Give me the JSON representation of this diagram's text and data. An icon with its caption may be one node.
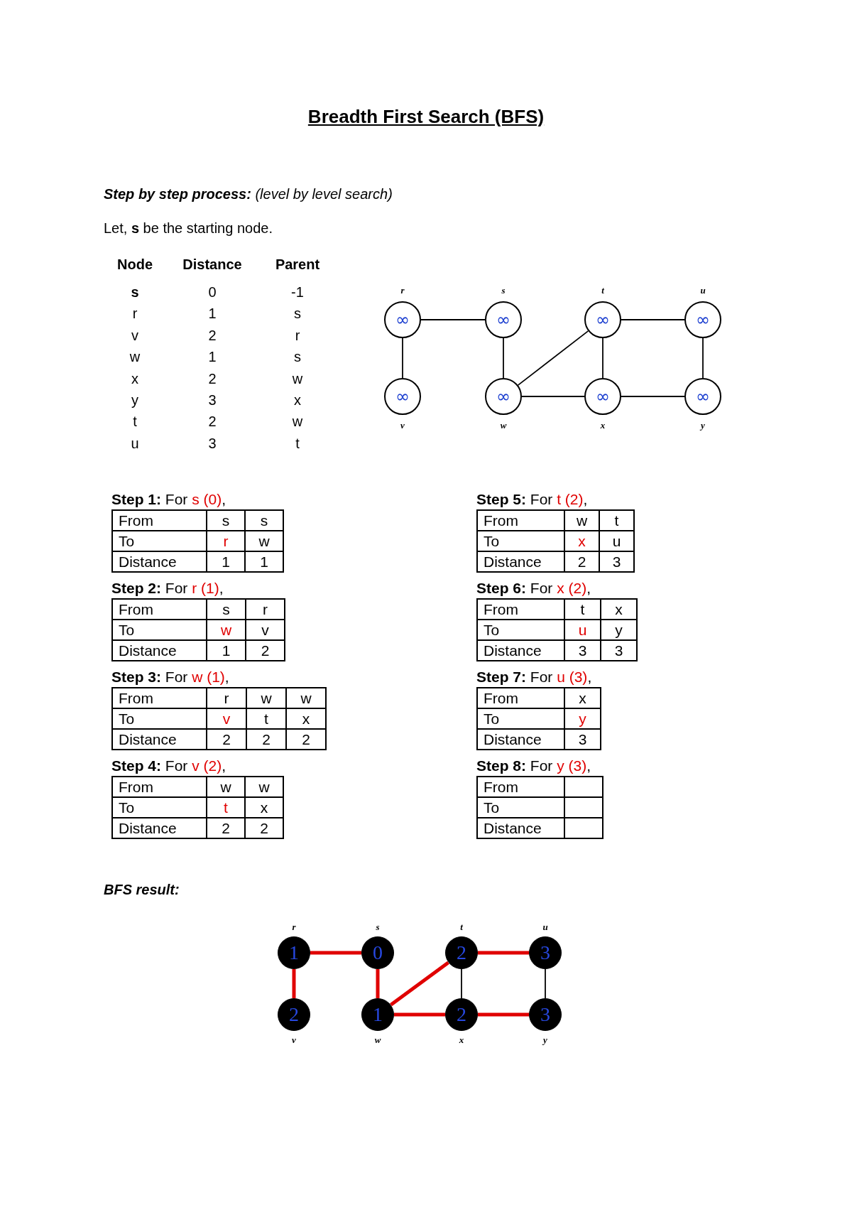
{
  "diagram": {
    "title": "Breadth First Search (BFS)",
    "nodes": [
      {
        "text": [
          "∞"
        ],
        "beside": [
          "r"
        ]
      },
      {
        "text": [
          "∞"
        ],
        "beside": [
          "s"
        ]
      },
      {
        "text": [
          "∞"
        ],
        "beside": [
          "t"
        ]
      },
      {
        "text": [
          "∞"
        ],
        "beside": [
          "u"
        ]
      },
      {
        "text": [
          "∞"
        ],
        "beside": [
          "v"
        ]
      },
      {
        "text": [
          "∞"
        ],
        "beside": [
          "w"
        ]
      },
      {
        "text": [
          "∞"
        ],
        "beside": [
          "x"
        ]
      },
      {
        "text": [
          "∞"
        ],
        "beside": [
          "y"
        ]
      },
      {
        "text": [
          "1"
        ],
        "beside": [
          "r"
        ]
      },
      {
        "text": [
          "0"
        ],
        "beside": [
          "s"
        ]
      },
      {
        "text": [
          "2"
        ],
        "beside": [
          "t"
        ]
      },
      {
        "text": [
          "3"
        ],
        "beside": [
          "u"
        ]
      },
      {
        "text": [
          "2"
        ],
        "beside": [
          "v"
        ]
      },
      {
        "text": [
          "1"
        ],
        "beside": [
          "w"
        ]
      },
      {
        "text": [
          "2"
        ],
        "beside": [
          "x"
        ]
      },
      {
        "text": [
          "3"
        ],
        "beside": [
          "y"
        ]
      }
    ],
    "edges": [
      {
        "from": 0,
        "to": 1,
        "arrow": "none"
      },
      {
        "from": 2,
        "to": 3,
        "arrow": "none"
      },
      {
        "from": 0,
        "to": 4,
        "arrow": "none"
      },
      {
        "from": 1,
        "to": 5,
        "arrow": "none"
      },
      {
        "from": 5,
        "to": 2,
        "arrow": "none"
      },
      {
        "from": 2,
        "to": 6,
        "arrow": "none"
      },
      {
        "from": 3,
        "to": 7,
        "arrow": "none"
      },
      {
        "from": 5,
        "to": 6,
        "arrow": "none"
      },
      {
        "from": 6,
        "to": 7,
        "arrow": "none"
      },
      {
        "from": 8,
        "to": 9,
        "arrow": "none",
        "style": "thick",
        "color": "#e00000"
      },
      {
        "from": 10,
        "to": 11,
        "arrow": "none",
        "style": "thick",
        "color": "#e00000"
      },
      {
        "from": 8,
        "to": 12,
        "arrow": "none",
        "style": "thick",
        "color": "#e00000"
      },
      {
        "from": 9,
        "to": 13,
        "arrow": "none",
        "style": "thick",
        "color": "#e00000"
      },
      {
        "from": 13,
        "to": 10,
        "arrow": "none",
        "style": "thick",
        "color": "#e00000"
      },
      {
        "from": 10,
        "to": 14,
        "arrow": "none"
      },
      {
        "from": 11,
        "to": 15,
        "arrow": "none"
      },
      {
        "from": 13,
        "to": 14,
        "arrow": "none",
        "style": "thick",
        "color": "#e00000"
      },
      {
        "from": 14,
        "to": 15,
        "arrow": "none",
        "style": "thick",
        "color": "#e00000"
      }
    ],
    "labels": [
      "**Step by step process:** (level by level search)",
      "Let, **s** be the starting node.",
      "Node",
      "Distance",
      "Parent",
      "s",
      "0",
      "-1",
      "r",
      "1",
      "s",
      "v",
      "2",
      "r",
      "w",
      "1",
      "s",
      "x",
      "2",
      "w",
      "y",
      "3",
      "x",
      "t",
      "2",
      "w",
      "u",
      "3",
      "t",
      "**Step 1:** For s (0),",
      "From",
      "s",
      "s",
      "To",
      "r",
      "w",
      "Distance",
      "1",
      "1",
      "**Step 2:** For r (1),",
      "From",
      "s",
      "r",
      "To",
      "w",
      "v",
      "Distance",
      "1",
      "2",
      "**Step 3:** For w (1),",
      "From",
      "r",
      "w",
      "w",
      "To",
      "v",
      "t",
      "x",
      "Distance",
      "2",
      "2",
      "2",
      "**Step 4:** For v (2),",
      "From",
      "w",
      "w",
      "To",
      "t",
      "x",
      "Distance",
      "2",
      "2",
      "**Step 5:** For t (2),",
      "From",
      "w",
      "t",
      "To",
      "x",
      "u",
      "Distance",
      "2",
      "3",
      "**Step 6:** For x (2),",
      "From",
      "t",
      "x",
      "To",
      "u",
      "y",
      "Distance",
      "3",
      "3",
      "**Step 7:** For u (3),",
      "From",
      "x",
      "To",
      "y",
      "Distance",
      "3",
      "**Step 8:** For y (3),",
      "From",
      "To",
      "Distance",
      "BFS result:"
    ]
  }
}
